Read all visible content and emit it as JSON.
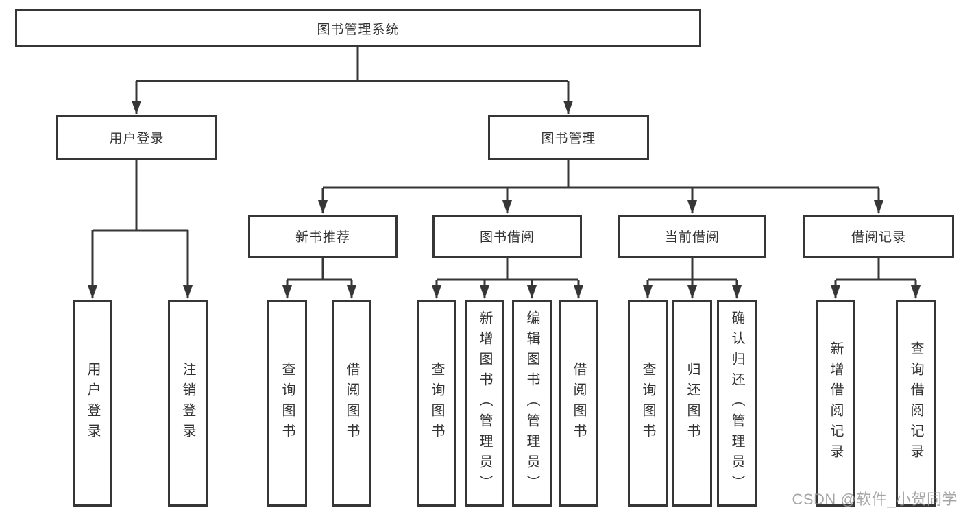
{
  "colors": {
    "line": "#363636",
    "box_border": "#363636",
    "text": "#333333",
    "watermark": "#969696",
    "background": "#ffffff"
  },
  "watermark": "CSDN @软件_小贺同学",
  "tree": {
    "root": {
      "label": "图书管理系统"
    },
    "branches": [
      {
        "label": "用户登录",
        "leaves": [
          "用户登录",
          "注销登录"
        ]
      },
      {
        "label": "图书管理",
        "groups": [
          {
            "label": "新书推荐",
            "leaves": [
              "查询图书",
              "借阅图书"
            ]
          },
          {
            "label": "图书借阅",
            "leaves": [
              "查询图书",
              "新增图书（管理员）",
              "编辑图书（管理员）",
              "借阅图书"
            ]
          },
          {
            "label": "当前借阅",
            "leaves": [
              "查询图书",
              "归还图书",
              "确认归还（管理员）"
            ]
          },
          {
            "label": "借阅记录",
            "leaves": [
              "新增借阅记录",
              "查询借阅记录"
            ]
          }
        ]
      }
    ]
  }
}
